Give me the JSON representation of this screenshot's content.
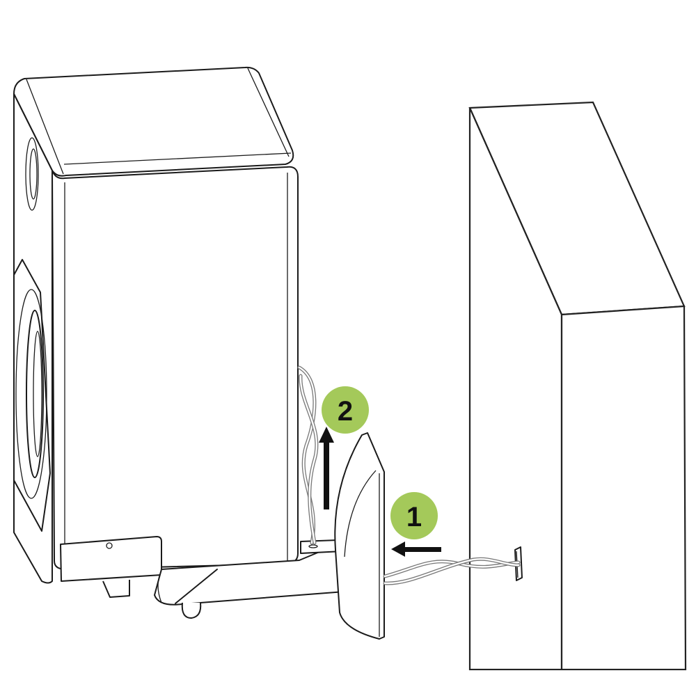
{
  "figure": {
    "description": "Speaker wall bracket mounting instructions",
    "colors": {
      "step_badge": "#a4c95a",
      "line": "#1a1a1a",
      "background": "#ffffff"
    }
  },
  "steps": [
    {
      "number": "1",
      "direction": "left",
      "meaning": "slide bracket onto wall plate"
    },
    {
      "number": "2",
      "direction": "up",
      "meaning": "lift speaker / route cable upward"
    }
  ],
  "labels": {
    "step1": "1",
    "step2": "2"
  }
}
